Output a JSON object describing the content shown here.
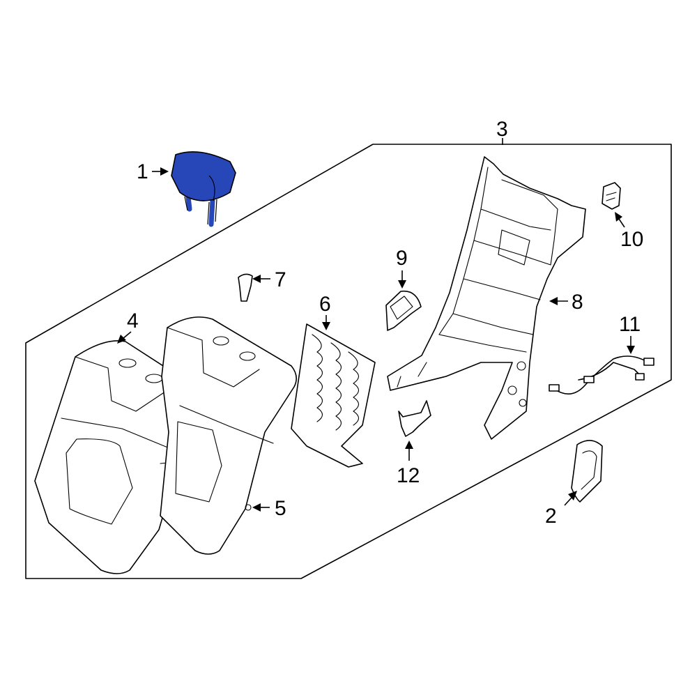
{
  "highlight_color": "#2747b8",
  "callouts": [
    {
      "id": "1",
      "label": "1"
    },
    {
      "id": "2",
      "label": "2"
    },
    {
      "id": "3",
      "label": "3"
    },
    {
      "id": "4",
      "label": "4"
    },
    {
      "id": "5",
      "label": "5"
    },
    {
      "id": "6",
      "label": "6"
    },
    {
      "id": "7",
      "label": "7"
    },
    {
      "id": "8",
      "label": "8"
    },
    {
      "id": "9",
      "label": "9"
    },
    {
      "id": "10",
      "label": "10"
    },
    {
      "id": "11",
      "label": "11"
    },
    {
      "id": "12",
      "label": "12"
    }
  ]
}
